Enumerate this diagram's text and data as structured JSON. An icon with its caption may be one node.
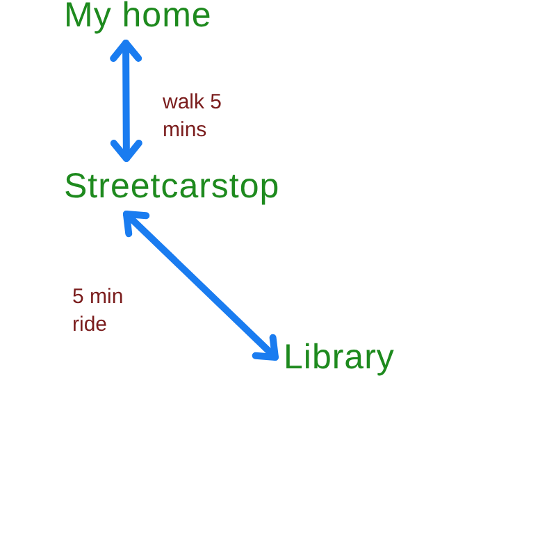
{
  "diagram": {
    "nodes": [
      {
        "text": [
          "My home"
        ]
      },
      {
        "text": [
          "Streetcarstop"
        ]
      },
      {
        "text": [
          "Library"
        ]
      }
    ],
    "edges": [
      {
        "from": 0,
        "to": 1,
        "arrow": "both",
        "label": "walk 5 mins"
      },
      {
        "from": 1,
        "to": 2,
        "arrow": "both",
        "label": "5 min ride"
      }
    ]
  }
}
